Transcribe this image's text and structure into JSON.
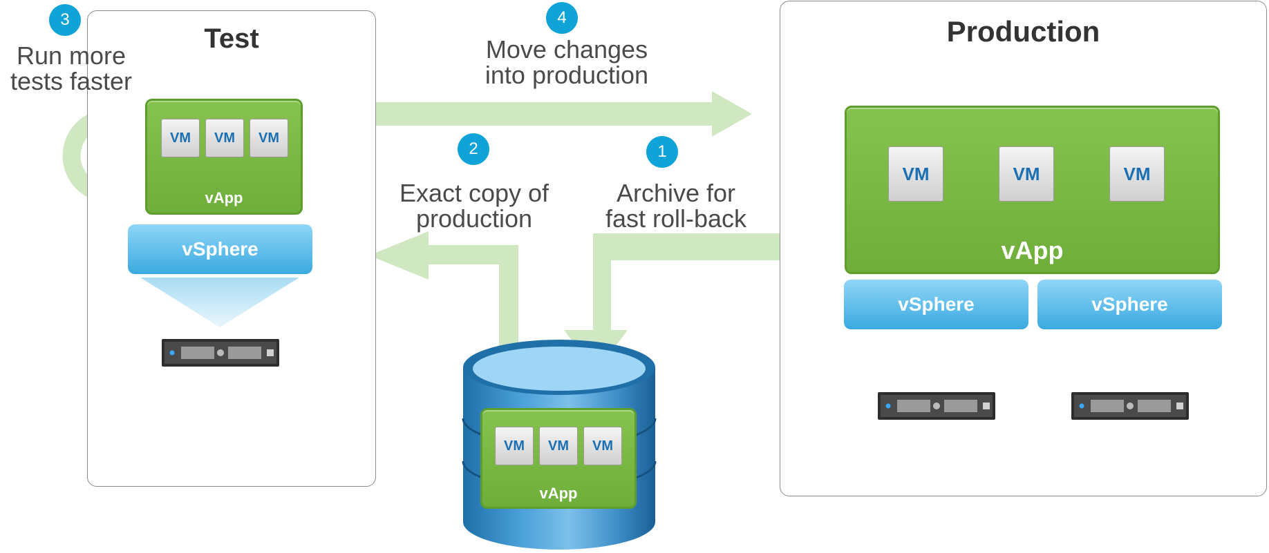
{
  "test_panel": {
    "title": "Test"
  },
  "production_panel": {
    "title": "Production"
  },
  "steps": [
    {
      "number": "1",
      "text": "Archive for\nfast roll-back"
    },
    {
      "number": "2",
      "text": "Exact copy of\nproduction"
    },
    {
      "number": "3",
      "text": "Run more\ntests faster"
    },
    {
      "number": "4",
      "text": "Move changes\ninto production"
    }
  ],
  "vm_label": "VM",
  "vapp_label": "vApp",
  "vsphere_label": "vSphere",
  "colors": {
    "badge": "#10a3d8",
    "vapp_green": "#78b843",
    "arrow_green": "#cfe8c2",
    "vsphere_blue": "#4fb6e8",
    "database_blue": "#2c7fb8"
  }
}
